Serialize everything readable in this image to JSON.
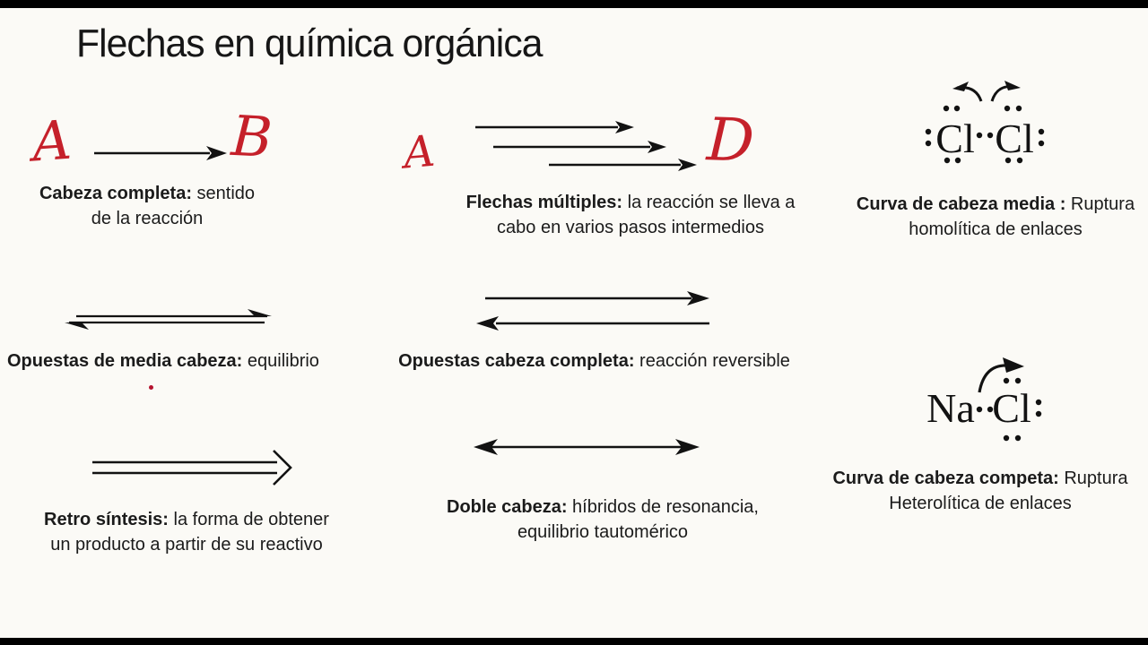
{
  "title": "Flechas en química orgánica",
  "colors": {
    "background": "#fbfaf6",
    "ink": "#121212",
    "accent_red": "#c5202a",
    "letterbox": "#000000"
  },
  "items": {
    "cabeza_completa": {
      "left_letter": "A",
      "right_letter": "B",
      "label_bold": "Cabeza completa:",
      "label_rest": " sentido",
      "line2": "de la reacción"
    },
    "flechas_multiples": {
      "left_letter": "A",
      "right_letter": "D",
      "label_bold": "Flechas múltiples:",
      "label_rest": " la reacción se lleva a",
      "line2": "cabo en varios pasos intermedios"
    },
    "curva_media": {
      "atom_left": "Cl",
      "atom_right": "Cl",
      "label_bold": "Curva de cabeza media :",
      "label_rest": " Ruptura",
      "line2": "homolítica de enlaces"
    },
    "opuestas_media": {
      "label_bold": "Opuestas de media cabeza:",
      "label_rest": " equilibrio"
    },
    "opuestas_completa": {
      "label_bold": "Opuestas cabeza completa:",
      "label_rest": " reacción reversible"
    },
    "retro_sintesis": {
      "label_bold": "Retro síntesis:",
      "label_rest": " la forma de obtener",
      "line2": "un producto a partir de su reactivo"
    },
    "doble_cabeza": {
      "label_bold": "Doble cabeza:",
      "label_rest": " híbridos de resonancia,",
      "line2": "equilibrio tautomérico"
    },
    "curva_completa": {
      "atom_left": "Na",
      "atom_right": "Cl",
      "label_bold": "Curva de cabeza competa:",
      "label_rest": " Ruptura",
      "line2": "Heterolítica de enlaces"
    }
  }
}
